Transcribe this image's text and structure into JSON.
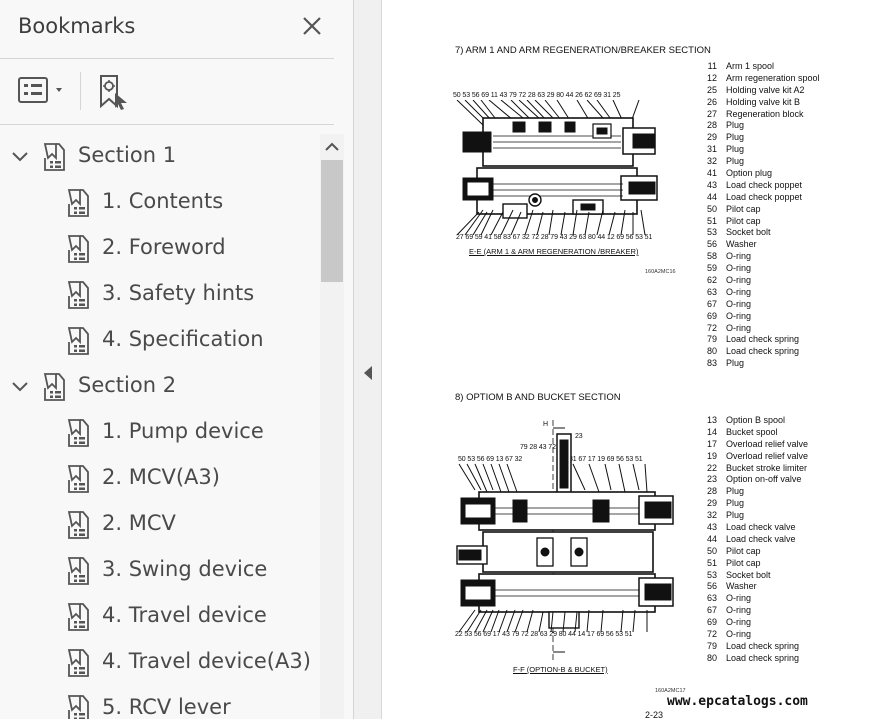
{
  "panel": {
    "title": "Bookmarks",
    "bookmarks": [
      {
        "label": "Section 1",
        "level": 0,
        "expanded": true
      },
      {
        "label": "1. Contents",
        "level": 1
      },
      {
        "label": "2. Foreword",
        "level": 1
      },
      {
        "label": "3. Safety hints",
        "level": 1
      },
      {
        "label": "4. Specification",
        "level": 1
      },
      {
        "label": "Section 2",
        "level": 0,
        "expanded": true
      },
      {
        "label": "1. Pump device",
        "level": 1
      },
      {
        "label": "2. MCV(A3)",
        "level": 1
      },
      {
        "label": "2. MCV",
        "level": 1
      },
      {
        "label": "3. Swing device",
        "level": 1
      },
      {
        "label": "4. Travel device",
        "level": 1
      },
      {
        "label": "4. Travel device(A3)",
        "level": 1
      },
      {
        "label": "5. RCV lever",
        "level": 1
      }
    ]
  },
  "document": {
    "section7": {
      "title": "7) ARM 1 AND ARM REGENERATION/BREAKER SECTION",
      "top_numbers": "50 53 56 69 11 43 79 72 28 63 29 80 44   26  62 69  31        25",
      "bottom_numbers": "27 69 59 41 58 83 67 32  72 28 79 43 29 63 80 44 12 69 56 53 51",
      "caption": "E-E (ARM 1 & ARM REGENERATION /BREAKER)",
      "code": "160A2MC16",
      "parts": [
        {
          "no": "11",
          "name": "Arm 1 spool"
        },
        {
          "no": "12",
          "name": "Arm regeneration spool"
        },
        {
          "no": "25",
          "name": "Holding valve kit A2"
        },
        {
          "no": "26",
          "name": "Holding valve kit B"
        },
        {
          "no": "27",
          "name": "Regeneration block"
        },
        {
          "no": "28",
          "name": "Plug"
        },
        {
          "no": "29",
          "name": "Plug"
        },
        {
          "no": "31",
          "name": "Plug"
        },
        {
          "no": "32",
          "name": "Plug"
        },
        {
          "no": "41",
          "name": "Option plug"
        },
        {
          "no": "43",
          "name": "Load check poppet"
        },
        {
          "no": "44",
          "name": "Load check poppet"
        },
        {
          "no": "50",
          "name": "Pilot cap"
        },
        {
          "no": "51",
          "name": "Pilot cap"
        },
        {
          "no": "53",
          "name": "Socket bolt"
        },
        {
          "no": "56",
          "name": "Washer"
        },
        {
          "no": "58",
          "name": "O-ring"
        },
        {
          "no": "59",
          "name": "O-ring"
        },
        {
          "no": "62",
          "name": "O-ring"
        },
        {
          "no": "63",
          "name": "O-ring"
        },
        {
          "no": "67",
          "name": "O-ring"
        },
        {
          "no": "69",
          "name": "O-ring"
        },
        {
          "no": "72",
          "name": "O-ring"
        },
        {
          "no": "79",
          "name": "Load check spring"
        },
        {
          "no": "80",
          "name": "Load check spring"
        },
        {
          "no": "83",
          "name": "Plug"
        }
      ]
    },
    "section8": {
      "title": "8) OPTIOM B AND BUCKET SECTION",
      "top_numbers": "50 53 56 69 13 67 32",
      "top_numbers_right": "31  67  17  19  69 56 53  51",
      "center_numbers": "79 28 43 72",
      "label_23": "23",
      "label_h": "H",
      "bottom_numbers": "22 53 56 69 17 43 79 72 28 63 29 80 44 14 17    69 56 53 51",
      "caption": "F-F (OPTION-B & BUCKET)",
      "code": "160A2MC17",
      "parts": [
        {
          "no": "13",
          "name": "Option B spool"
        },
        {
          "no": "14",
          "name": "Bucket spool"
        },
        {
          "no": "17",
          "name": "Overload relief valve"
        },
        {
          "no": "19",
          "name": "Overload relief valve"
        },
        {
          "no": "22",
          "name": "Bucket stroke limiter"
        },
        {
          "no": "23",
          "name": "Option on-off valve"
        },
        {
          "no": "28",
          "name": "Plug"
        },
        {
          "no": "29",
          "name": "Plug"
        },
        {
          "no": "32",
          "name": "Plug"
        },
        {
          "no": "43",
          "name": "Load check valve"
        },
        {
          "no": "44",
          "name": "Load check valve"
        },
        {
          "no": "50",
          "name": "Pilot cap"
        },
        {
          "no": "51",
          "name": "Pilot cap"
        },
        {
          "no": "53",
          "name": "Socket bolt"
        },
        {
          "no": "56",
          "name": "Washer"
        },
        {
          "no": "63",
          "name": "O-ring"
        },
        {
          "no": "67",
          "name": "O-ring"
        },
        {
          "no": "69",
          "name": "O-ring"
        },
        {
          "no": "72",
          "name": "O-ring"
        },
        {
          "no": "79",
          "name": "Load check spring"
        },
        {
          "no": "80",
          "name": "Load check spring"
        }
      ]
    },
    "watermark": "www.epcatalogs.com",
    "page_number": "2-23"
  },
  "colors": {
    "panel_bg": "#f8f8f8",
    "icon": "#555555",
    "text": "#4a4a4a"
  }
}
